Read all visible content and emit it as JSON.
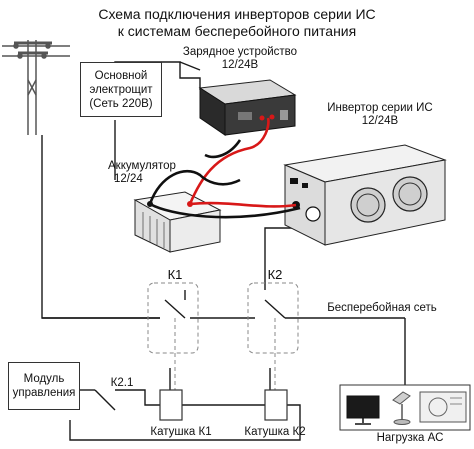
{
  "title": {
    "line1": "Схема подключения инверторов серии ИС",
    "line2": "к системам бесперебойного питания"
  },
  "mains_panel": {
    "line1": "Основной",
    "line2": "электрощит",
    "line3": "(Сеть 220В)"
  },
  "charger": {
    "line1": "Зарядное устройство",
    "line2": "12/24В"
  },
  "inverter": {
    "line1": "Инвертор серии ИС",
    "line2": "12/24В"
  },
  "battery": {
    "line1": "Аккумулятор",
    "line2": "12/24"
  },
  "contactors": {
    "k1": "К1",
    "k2": "К2",
    "k21": "К2.1"
  },
  "ups_network": "Бесперебойная сеть",
  "control_module": {
    "line1": "Модуль",
    "line2": "управления"
  },
  "coils": {
    "k1": "Катушка К1",
    "k2": "Катушка К2"
  },
  "load": "Нагрузка АС",
  "colors": {
    "wire": "#1a1a1a",
    "dc_red": "#d81818",
    "dc_black": "#101010",
    "inverter_body": "#e8e8ea",
    "dashed_box": "#888888"
  }
}
